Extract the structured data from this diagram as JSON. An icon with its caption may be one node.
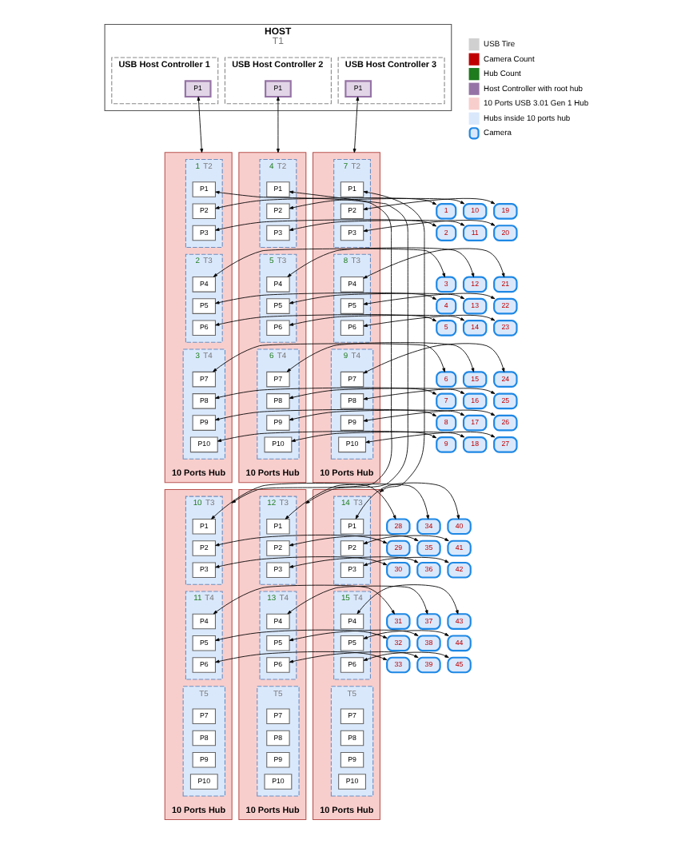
{
  "diagram": {
    "nodes": [
      {
        "text": [
          "HOST"
        ],
        "beside": [
          "T1"
        ]
      },
      {
        "text": [
          "USB Host Controller 1"
        ],
        "in": 0
      },
      {
        "text": [
          "P1"
        ],
        "in": 1
      },
      {
        "text": [
          "USB Host Controller 2"
        ],
        "in": 0
      },
      {
        "text": [
          "P1"
        ],
        "in": 3
      },
      {
        "text": [
          "USB Host Controller 3"
        ],
        "in": 0
      },
      {
        "text": [
          "P1"
        ],
        "in": 5
      },
      {
        "text": [
          "10 Ports Hub"
        ]
      },
      {
        "text": [],
        "shape": "box",
        "in": 7,
        "beside": [
          "1",
          "T2"
        ]
      },
      {
        "text": [
          "P1"
        ],
        "in": 8
      },
      {
        "text": [
          "P2"
        ],
        "in": 8
      },
      {
        "text": [
          "P3"
        ],
        "in": 8
      },
      {
        "text": [],
        "shape": "box",
        "in": 7,
        "beside": [
          "2",
          "T3"
        ]
      },
      {
        "text": [
          "P4"
        ],
        "in": 12
      },
      {
        "text": [
          "P5"
        ],
        "in": 12
      },
      {
        "text": [
          "P6"
        ],
        "in": 12
      },
      {
        "text": [],
        "shape": "box",
        "in": 7,
        "beside": [
          "3",
          "T4"
        ]
      },
      {
        "text": [
          "P7"
        ],
        "in": 16
      },
      {
        "text": [
          "P8"
        ],
        "in": 16
      },
      {
        "text": [
          "P9"
        ],
        "in": 16
      },
      {
        "text": [
          "P10"
        ],
        "in": 16
      },
      {
        "text": [
          "10 Ports Hub"
        ]
      },
      {
        "text": [],
        "shape": "box",
        "in": 21,
        "beside": [
          "4",
          "T2"
        ]
      },
      {
        "text": [
          "P1"
        ],
        "in": 22
      },
      {
        "text": [
          "P2"
        ],
        "in": 22
      },
      {
        "text": [
          "P3"
        ],
        "in": 22
      },
      {
        "text": [],
        "shape": "box",
        "in": 21,
        "beside": [
          "5",
          "T3"
        ]
      },
      {
        "text": [
          "P4"
        ],
        "in": 26
      },
      {
        "text": [
          "P5"
        ],
        "in": 26
      },
      {
        "text": [
          "P6"
        ],
        "in": 26
      },
      {
        "text": [],
        "shape": "box",
        "in": 21,
        "beside": [
          "6",
          "T4"
        ]
      },
      {
        "text": [
          "P7"
        ],
        "in": 30
      },
      {
        "text": [
          "P8"
        ],
        "in": 30
      },
      {
        "text": [
          "P9"
        ],
        "in": 30
      },
      {
        "text": [
          "P10"
        ],
        "in": 30
      },
      {
        "text": [
          "10 Ports Hub"
        ]
      },
      {
        "text": [],
        "shape": "box",
        "in": 35,
        "beside": [
          "7",
          "T2"
        ]
      },
      {
        "text": [
          "P1"
        ],
        "in": 36
      },
      {
        "text": [
          "P2"
        ],
        "in": 36
      },
      {
        "text": [
          "P3"
        ],
        "in": 36
      },
      {
        "text": [],
        "shape": "box",
        "in": 35,
        "beside": [
          "8",
          "T3"
        ]
      },
      {
        "text": [
          "P4"
        ],
        "in": 40
      },
      {
        "text": [
          "P5"
        ],
        "in": 40
      },
      {
        "text": [
          "P6"
        ],
        "in": 40
      },
      {
        "text": [],
        "shape": "box",
        "in": 35,
        "beside": [
          "9",
          "T4"
        ]
      },
      {
        "text": [
          "P7"
        ],
        "in": 44
      },
      {
        "text": [
          "P8"
        ],
        "in": 44
      },
      {
        "text": [
          "P9"
        ],
        "in": 44
      },
      {
        "text": [
          "P10"
        ],
        "in": 44
      },
      {
        "text": [
          "10 Ports Hub"
        ]
      },
      {
        "text": [],
        "shape": "box",
        "in": 49,
        "beside": [
          "10",
          "T3"
        ]
      },
      {
        "text": [
          "P1"
        ],
        "in": 50
      },
      {
        "text": [
          "P2"
        ],
        "in": 50
      },
      {
        "text": [
          "P3"
        ],
        "in": 50
      },
      {
        "text": [],
        "shape": "box",
        "in": 49,
        "beside": [
          "11",
          "T4"
        ]
      },
      {
        "text": [
          "P4"
        ],
        "in": 54
      },
      {
        "text": [
          "P5"
        ],
        "in": 54
      },
      {
        "text": [
          "P6"
        ],
        "in": 54
      },
      {
        "text": [],
        "shape": "box",
        "in": 49,
        "beside": [
          "T5"
        ]
      },
      {
        "text": [
          "P7"
        ],
        "in": 58
      },
      {
        "text": [
          "P8"
        ],
        "in": 58
      },
      {
        "text": [
          "P9"
        ],
        "in": 58
      },
      {
        "text": [
          "P10"
        ],
        "in": 58
      },
      {
        "text": [
          "10 Ports Hub"
        ]
      },
      {
        "text": [],
        "shape": "box",
        "in": 63,
        "beside": [
          "12",
          "T3"
        ]
      },
      {
        "text": [
          "P1"
        ],
        "in": 64
      },
      {
        "text": [
          "P2"
        ],
        "in": 64
      },
      {
        "text": [
          "P3"
        ],
        "in": 64
      },
      {
        "text": [],
        "shape": "box",
        "in": 63,
        "beside": [
          "13",
          "T4"
        ]
      },
      {
        "text": [
          "P4"
        ],
        "in": 68
      },
      {
        "text": [
          "P5"
        ],
        "in": 68
      },
      {
        "text": [
          "P6"
        ],
        "in": 68
      },
      {
        "text": [],
        "shape": "box",
        "in": 63,
        "beside": [
          "T5"
        ]
      },
      {
        "text": [
          "P7"
        ],
        "in": 72
      },
      {
        "text": [
          "P8"
        ],
        "in": 72
      },
      {
        "text": [
          "P9"
        ],
        "in": 72
      },
      {
        "text": [
          "P10"
        ],
        "in": 72
      },
      {
        "text": [
          "10 Ports Hub"
        ]
      },
      {
        "text": [],
        "shape": "box",
        "in": 77,
        "beside": [
          "14",
          "T3"
        ]
      },
      {
        "text": [
          "P1"
        ],
        "in": 78
      },
      {
        "text": [
          "P2"
        ],
        "in": 78
      },
      {
        "text": [
          "P3"
        ],
        "in": 78
      },
      {
        "text": [],
        "shape": "box",
        "in": 77,
        "beside": [
          "15",
          "T4"
        ]
      },
      {
        "text": [
          "P4"
        ],
        "in": 82
      },
      {
        "text": [
          "P5"
        ],
        "in": 82
      },
      {
        "text": [
          "P6"
        ],
        "in": 82
      },
      {
        "text": [],
        "shape": "box",
        "in": 77,
        "beside": [
          "T5"
        ]
      },
      {
        "text": [
          "P7"
        ],
        "in": 86
      },
      {
        "text": [
          "P8"
        ],
        "in": 86
      },
      {
        "text": [
          "P9"
        ],
        "in": 86
      },
      {
        "text": [
          "P10"
        ],
        "in": 86
      },
      {
        "text": [
          "1"
        ]
      },
      {
        "text": [
          "2"
        ]
      },
      {
        "text": [
          "3"
        ]
      },
      {
        "text": [
          "4"
        ]
      },
      {
        "text": [
          "5"
        ]
      },
      {
        "text": [
          "6"
        ]
      },
      {
        "text": [
          "7"
        ]
      },
      {
        "text": [
          "8"
        ]
      },
      {
        "text": [
          "9"
        ]
      },
      {
        "text": [
          "10"
        ]
      },
      {
        "text": [
          "11"
        ]
      },
      {
        "text": [
          "12"
        ]
      },
      {
        "text": [
          "13"
        ]
      },
      {
        "text": [
          "14"
        ]
      },
      {
        "text": [
          "15"
        ]
      },
      {
        "text": [
          "16"
        ]
      },
      {
        "text": [
          "17"
        ]
      },
      {
        "text": [
          "18"
        ]
      },
      {
        "text": [
          "19"
        ]
      },
      {
        "text": [
          "20"
        ]
      },
      {
        "text": [
          "21"
        ]
      },
      {
        "text": [
          "22"
        ]
      },
      {
        "text": [
          "23"
        ]
      },
      {
        "text": [
          "24"
        ]
      },
      {
        "text": [
          "25"
        ]
      },
      {
        "text": [
          "26"
        ]
      },
      {
        "text": [
          "27"
        ]
      },
      {
        "text": [
          "28"
        ]
      },
      {
        "text": [
          "29"
        ]
      },
      {
        "text": [
          "30"
        ]
      },
      {
        "text": [
          "31"
        ]
      },
      {
        "text": [
          "32"
        ]
      },
      {
        "text": [
          "33"
        ]
      },
      {
        "text": [
          "34"
        ]
      },
      {
        "text": [
          "35"
        ]
      },
      {
        "text": [
          "36"
        ]
      },
      {
        "text": [
          "37"
        ]
      },
      {
        "text": [
          "38"
        ]
      },
      {
        "text": [
          "39"
        ]
      },
      {
        "text": [
          "40"
        ]
      },
      {
        "text": [
          "41"
        ]
      },
      {
        "text": [
          "42"
        ]
      },
      {
        "text": [
          "43"
        ]
      },
      {
        "text": [
          "44"
        ]
      },
      {
        "text": [
          "45"
        ]
      }
    ],
    "edges": [
      {
        "from": 2,
        "to": 7,
        "arrow": "both"
      },
      {
        "from": 4,
        "to": 21,
        "arrow": "both"
      },
      {
        "from": 6,
        "to": 35,
        "arrow": "both"
      },
      {
        "from": 9,
        "to": 49,
        "arrow": "both"
      },
      {
        "from": 23,
        "to": 63,
        "arrow": "both"
      },
      {
        "from": 37,
        "to": 77,
        "arrow": "both"
      },
      {
        "from": 91,
        "to": 10,
        "arrow": "both"
      },
      {
        "from": 92,
        "to": 11,
        "arrow": "both"
      },
      {
        "from": 93,
        "to": 13,
        "arrow": "both"
      },
      {
        "from": 94,
        "to": 14,
        "arrow": "both"
      },
      {
        "from": 95,
        "to": 15,
        "arrow": "both"
      },
      {
        "from": 96,
        "to": 17,
        "arrow": "both"
      },
      {
        "from": 97,
        "to": 18,
        "arrow": "both"
      },
      {
        "from": 98,
        "to": 19,
        "arrow": "both"
      },
      {
        "from": 99,
        "to": 20,
        "arrow": "both"
      },
      {
        "from": 24,
        "to": 100,
        "arrow": "both"
      },
      {
        "from": 25,
        "to": 101,
        "arrow": "both"
      },
      {
        "from": 27,
        "to": 102,
        "arrow": "both"
      },
      {
        "from": 28,
        "to": 103,
        "arrow": "both"
      },
      {
        "from": 29,
        "to": 104,
        "arrow": "both"
      },
      {
        "from": 31,
        "to": 105,
        "arrow": "both"
      },
      {
        "from": 32,
        "to": 106,
        "arrow": "both"
      },
      {
        "from": 33,
        "to": 107,
        "arrow": "both"
      },
      {
        "from": 34,
        "to": 108,
        "arrow": "both"
      },
      {
        "from": 38,
        "to": 109,
        "arrow": "both"
      },
      {
        "from": 39,
        "to": 110,
        "arrow": "both"
      },
      {
        "from": 41,
        "to": 111,
        "arrow": "both"
      },
      {
        "from": 42,
        "to": 112,
        "arrow": "both"
      },
      {
        "from": 43,
        "to": 113,
        "arrow": "both"
      },
      {
        "from": 45,
        "to": 114,
        "arrow": "both"
      },
      {
        "from": 46,
        "to": 115,
        "arrow": "both"
      },
      {
        "from": 47,
        "to": 116,
        "arrow": "both"
      },
      {
        "from": 48,
        "to": 117,
        "arrow": "both"
      },
      {
        "from": 118,
        "to": 51,
        "arrow": "both"
      },
      {
        "from": 119,
        "to": 52,
        "arrow": "both"
      },
      {
        "from": 120,
        "to": 53,
        "arrow": "both"
      },
      {
        "from": 121,
        "to": 55,
        "arrow": "both"
      },
      {
        "from": 122,
        "to": 56,
        "arrow": "both"
      },
      {
        "from": 123,
        "to": 57,
        "arrow": "both"
      },
      {
        "from": 65,
        "to": 124,
        "arrow": "both"
      },
      {
        "from": 66,
        "to": 125,
        "arrow": "both"
      },
      {
        "from": 67,
        "to": 126,
        "arrow": "both"
      },
      {
        "from": 69,
        "to": 127,
        "arrow": "both"
      },
      {
        "from": 70,
        "to": 128,
        "arrow": "both"
      },
      {
        "from": 71,
        "to": 129,
        "arrow": "both"
      },
      {
        "from": 130,
        "to": 79,
        "arrow": "both"
      },
      {
        "from": 131,
        "to": 80,
        "arrow": "both"
      },
      {
        "from": 132,
        "to": 81,
        "arrow": "both"
      },
      {
        "from": 133,
        "to": 83,
        "arrow": "both"
      },
      {
        "from": 134,
        "to": 84,
        "arrow": "both"
      },
      {
        "from": 135,
        "to": 85,
        "arrow": "both"
      }
    ],
    "legend": [
      {
        "text": "USB Tire",
        "color": "#d0d0d0"
      },
      {
        "text": "Camera Count",
        "color": "#c00000"
      },
      {
        "text": "Hub Count",
        "color": "#1e7b1e"
      },
      {
        "text": "Host Controller with root hub",
        "color": "#9673a6"
      },
      {
        "text": "10 Ports USB 3.01 Gen 1 Hub",
        "color": "#f8cecc"
      },
      {
        "text": "Hubs inside 10 ports hub",
        "color": "#dae8fc"
      },
      {
        "text": "Camera"
      }
    ]
  }
}
